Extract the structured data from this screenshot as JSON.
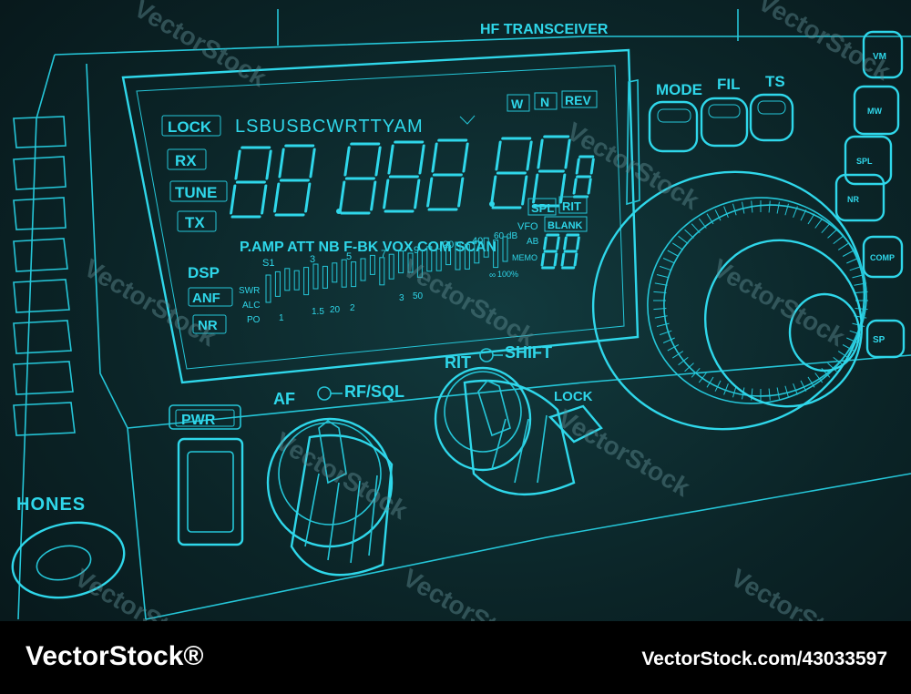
{
  "colors": {
    "line": "#25c6d8",
    "background": "#0b2427",
    "footer": "#000000"
  },
  "header_label": "HF TRANSCEIVER",
  "display": {
    "left_indicators": [
      "LOCK",
      "RX",
      "TUNE",
      "TX"
    ],
    "modes_row": "LSBUSBCWRTTYAM",
    "top_right_tags": [
      "W",
      "N",
      "REV"
    ],
    "function_row": "P.AMP ATT NB F-BK VOX COM SCAN",
    "spl": "SPL",
    "rit": "RIT",
    "vfo": "VFO",
    "blank": "BLANK",
    "ab": "AB",
    "memo": "MEMO",
    "dsp": "DSP",
    "dsp_tags": [
      "ANF",
      "NR"
    ],
    "meter_scale_top": [
      "S1",
      "3",
      "5",
      "7",
      "9",
      "20",
      "40",
      "60 dB"
    ],
    "meter_row_labels": [
      "SWR",
      "ALC",
      "PO"
    ],
    "meter_scale_bottom": [
      "1",
      "1.5",
      "20",
      "2",
      "3",
      "50",
      "∞",
      "100%"
    ]
  },
  "buttons_top": [
    "MODE",
    "FIL",
    "TS"
  ],
  "side_keys": [
    "VM",
    "MW",
    "SPL",
    "NR",
    "COMP",
    "SP"
  ],
  "panel": {
    "pwr": "PWR",
    "af_knob": "AF",
    "rf_knob": "RF/SQL",
    "rit_knob": "RIT",
    "shift_knob": "SHIFT",
    "lock_button": "LOCK",
    "phones": "HONES"
  },
  "watermark": "VectorStock",
  "footer": {
    "brand": "VectorStock®",
    "image_id": "VectorStock.com/43033597"
  }
}
